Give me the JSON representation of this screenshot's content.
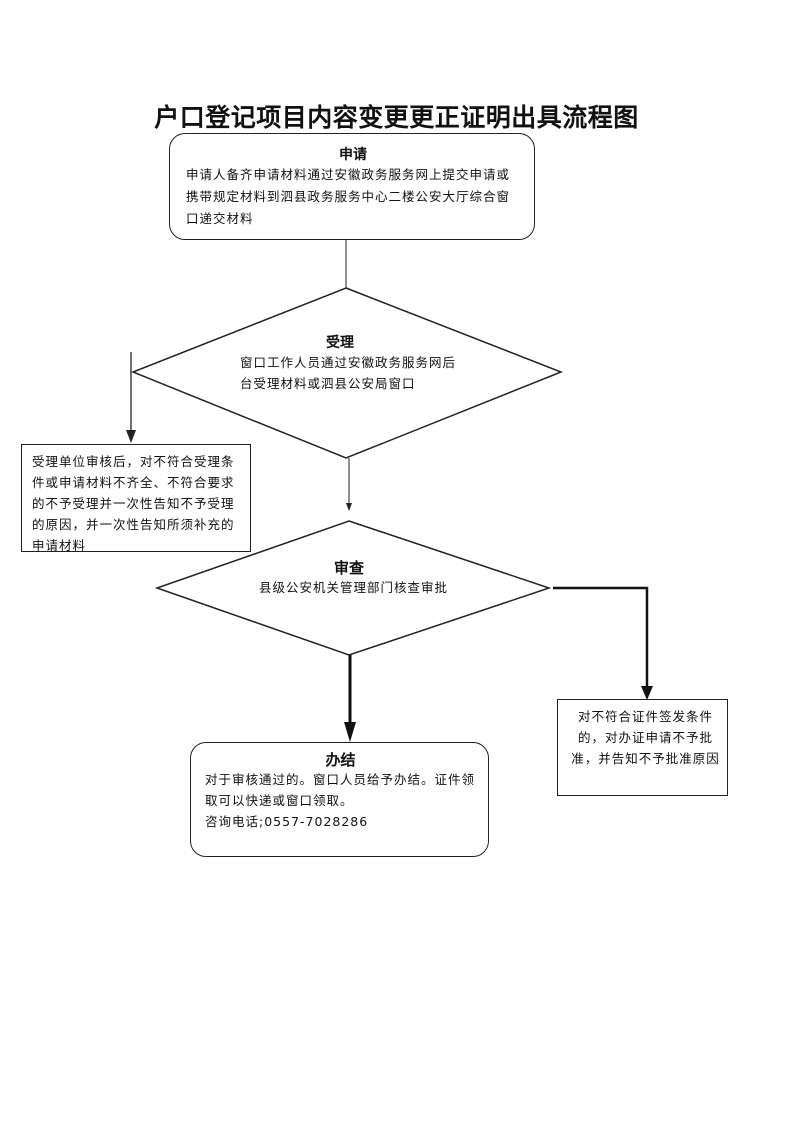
{
  "title": "户口登记项目内容变更更正证明出具流程图",
  "steps": {
    "apply": {
      "heading": "申请",
      "text": "申请人备齐申请材料通过安徽政务服务网上提交申请或携带规定材料到泗县政务服务中心二楼公安大厅综合窗口递交材料"
    },
    "accept": {
      "heading": "受理",
      "text": "窗口工作人员通过安徽政务服务网后台受理材料或泗县公安局窗口"
    },
    "reject_accept": {
      "text": "受理单位审核后，对不符合受理条件或申请材料不齐全、不符合要求的不予受理并一次性告知不予受理的原因，并一次性告知所须补充的申请材料"
    },
    "review": {
      "heading": "审查",
      "text": "县级公安机关管理部门核查审批"
    },
    "reject_review": {
      "text": "对不符合证件签发条件的，对办证申请不予批准，并告知不予批准原因"
    },
    "complete": {
      "heading": "办结",
      "text": "对于审核通过的。窗口人员给予办结。证件领取可以快递或窗口领取。",
      "phone": "咨询电话;0557-7028286"
    }
  }
}
